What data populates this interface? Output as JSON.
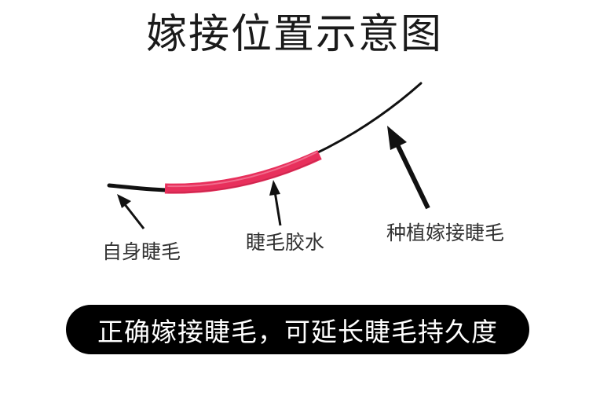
{
  "title": "嫁接位置示意图",
  "labels": {
    "natural_lash": "自身睫毛",
    "lash_glue": "睫毛胶水",
    "extension_lash": "种植嫁接睫毛"
  },
  "banner": {
    "text": "正确嫁接睫毛，可延长睫毛持久度"
  },
  "colors": {
    "glue": "#e8305c",
    "lash": "#111111",
    "banner_bg": "#000000",
    "banner_text": "#ffffff"
  }
}
